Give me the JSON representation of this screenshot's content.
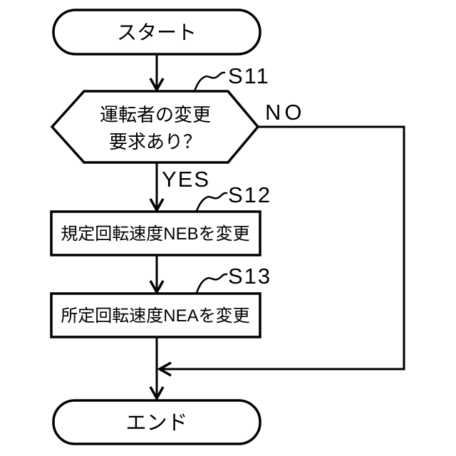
{
  "flowchart": {
    "colors": {
      "line": "#000000",
      "background": "#ffffff"
    },
    "start": {
      "label": "スタート"
    },
    "decision": {
      "step": "S11",
      "line1": "運転者の変更",
      "line2": "要求あり？",
      "yes_label": "YES",
      "no_label": "NO"
    },
    "process1": {
      "step": "S12",
      "label": "規定回転速度NEBを変更"
    },
    "process2": {
      "step": "S13",
      "label": "所定回転速度NEAを変更"
    },
    "end": {
      "label": "エンド"
    }
  }
}
